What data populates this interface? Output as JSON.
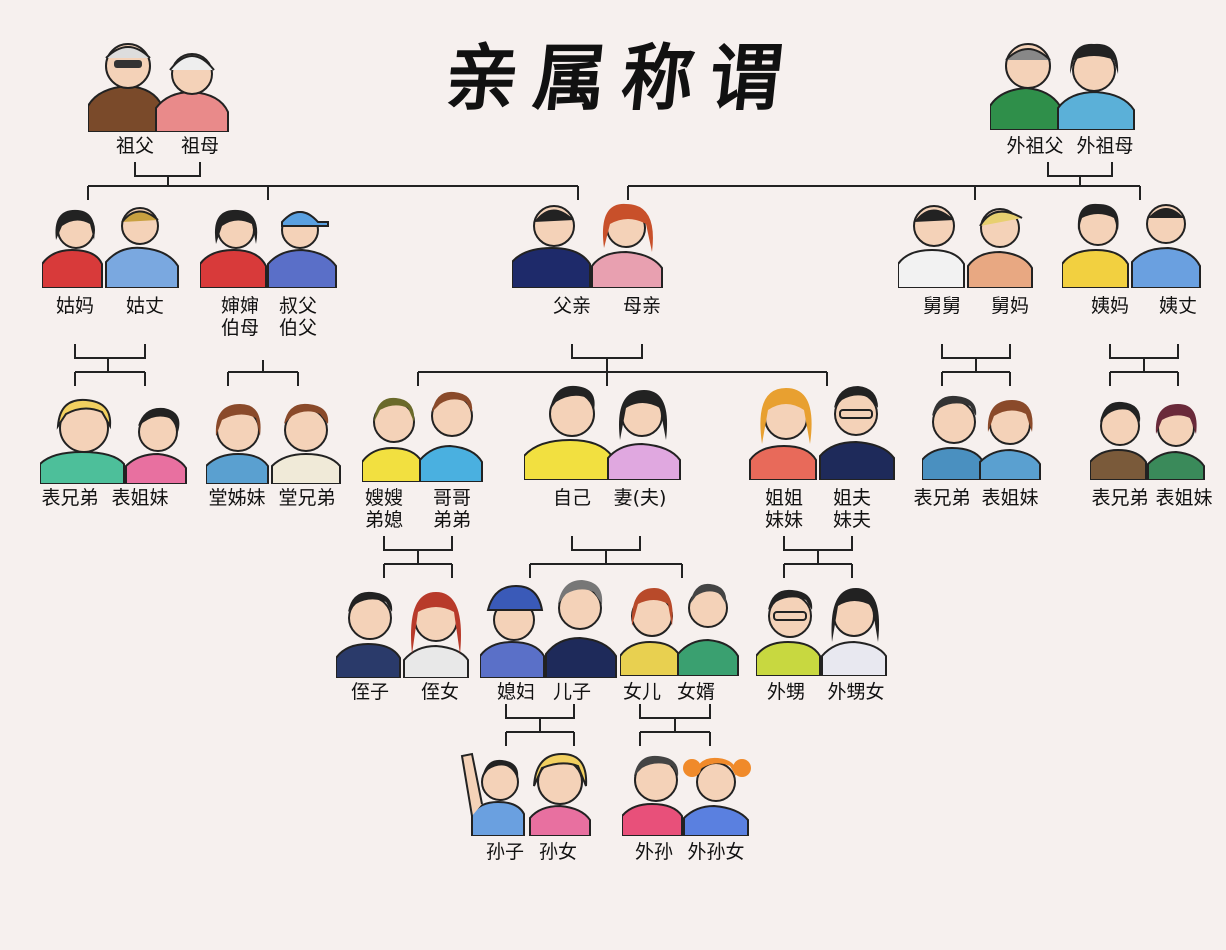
{
  "title": "亲属称谓",
  "labels": {
    "grandfather": "祖父",
    "grandmother": "祖母",
    "maternal_grandfather": "外祖父",
    "maternal_grandmother": "外祖母",
    "paternal_aunt": "姑妈",
    "paternal_aunt_husband": "姑丈",
    "aunt_wife_of_uncle": "婶婶",
    "elder_uncle_wife": "伯母",
    "uncle_younger": "叔父",
    "uncle_elder": "伯父",
    "father": "父亲",
    "mother": "母亲",
    "maternal_uncle": "舅舅",
    "maternal_uncle_wife": "舅妈",
    "maternal_aunt": "姨妈",
    "maternal_aunt_husband": "姨丈",
    "cousin_biao_left": "表兄弟",
    "cousin_biao_sister_left": "表姐妹",
    "cousin_tang_sister": "堂姊妹",
    "cousin_tang_brother": "堂兄弟",
    "sister_in_law_elder": "嫂嫂",
    "sister_in_law_younger": "弟媳",
    "elder_brother": "哥哥",
    "younger_brother": "弟弟",
    "self": "自己",
    "spouse": "妻(夫)",
    "elder_sister": "姐姐",
    "younger_sister": "妹妹",
    "elder_sister_husband": "姐夫",
    "younger_sister_husband": "妹夫",
    "cousin_biao_mid": "表兄弟",
    "cousin_biao_sister_mid": "表姐妹",
    "cousin_biao_right": "表兄弟",
    "cousin_biao_sister_right": "表姐妹",
    "nephew": "侄子",
    "niece": "侄女",
    "daughter_in_law": "媳妇",
    "son": "儿子",
    "daughter": "女儿",
    "son_in_law": "女婿",
    "sister_son": "外甥",
    "sister_daughter": "外甥女",
    "grandson": "孙子",
    "granddaughter": "孙女",
    "daughter_son": "外孙",
    "daughter_daughter": "外孙女"
  }
}
